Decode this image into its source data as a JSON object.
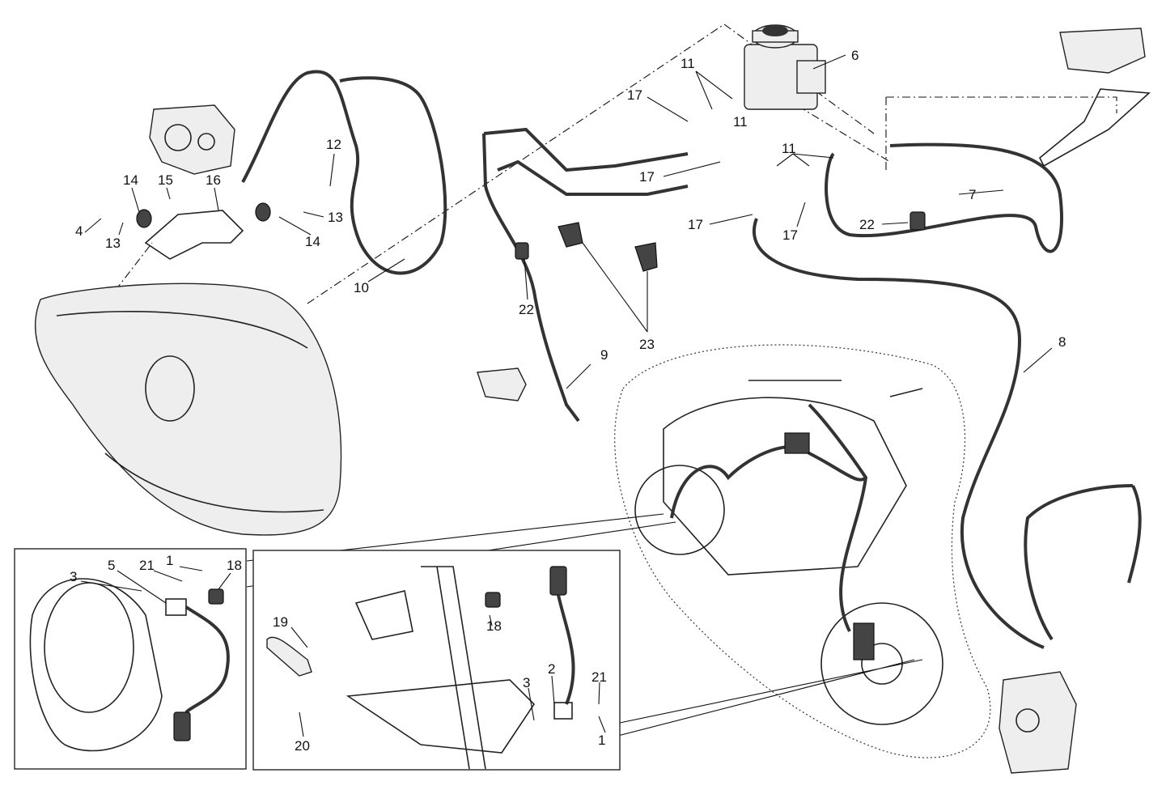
{
  "diagram": {
    "title": "ABS brake system exploded parts view",
    "labels": {
      "p6": "6",
      "p11a": "11",
      "p11b": "11",
      "p11c": "11",
      "p17a": "17",
      "p17b": "17",
      "p17c": "17",
      "p17d": "17",
      "p12": "12",
      "p14a": "14",
      "p15": "15",
      "p16": "16",
      "p4": "4",
      "p13a": "13",
      "p13b": "13",
      "p14b": "14",
      "p10": "10",
      "p22a": "22",
      "p23": "23",
      "p9": "9",
      "p7": "7",
      "p22b": "22",
      "p8": "8",
      "left_inset": {
        "p3": "3",
        "p5": "5",
        "p21": "21",
        "p1": "1",
        "p18": "18"
      },
      "mid_inset": {
        "p19": "19",
        "p18": "18",
        "p2": "2",
        "p21": "21",
        "p3": "3",
        "p1": "1",
        "p20": "20"
      }
    }
  }
}
